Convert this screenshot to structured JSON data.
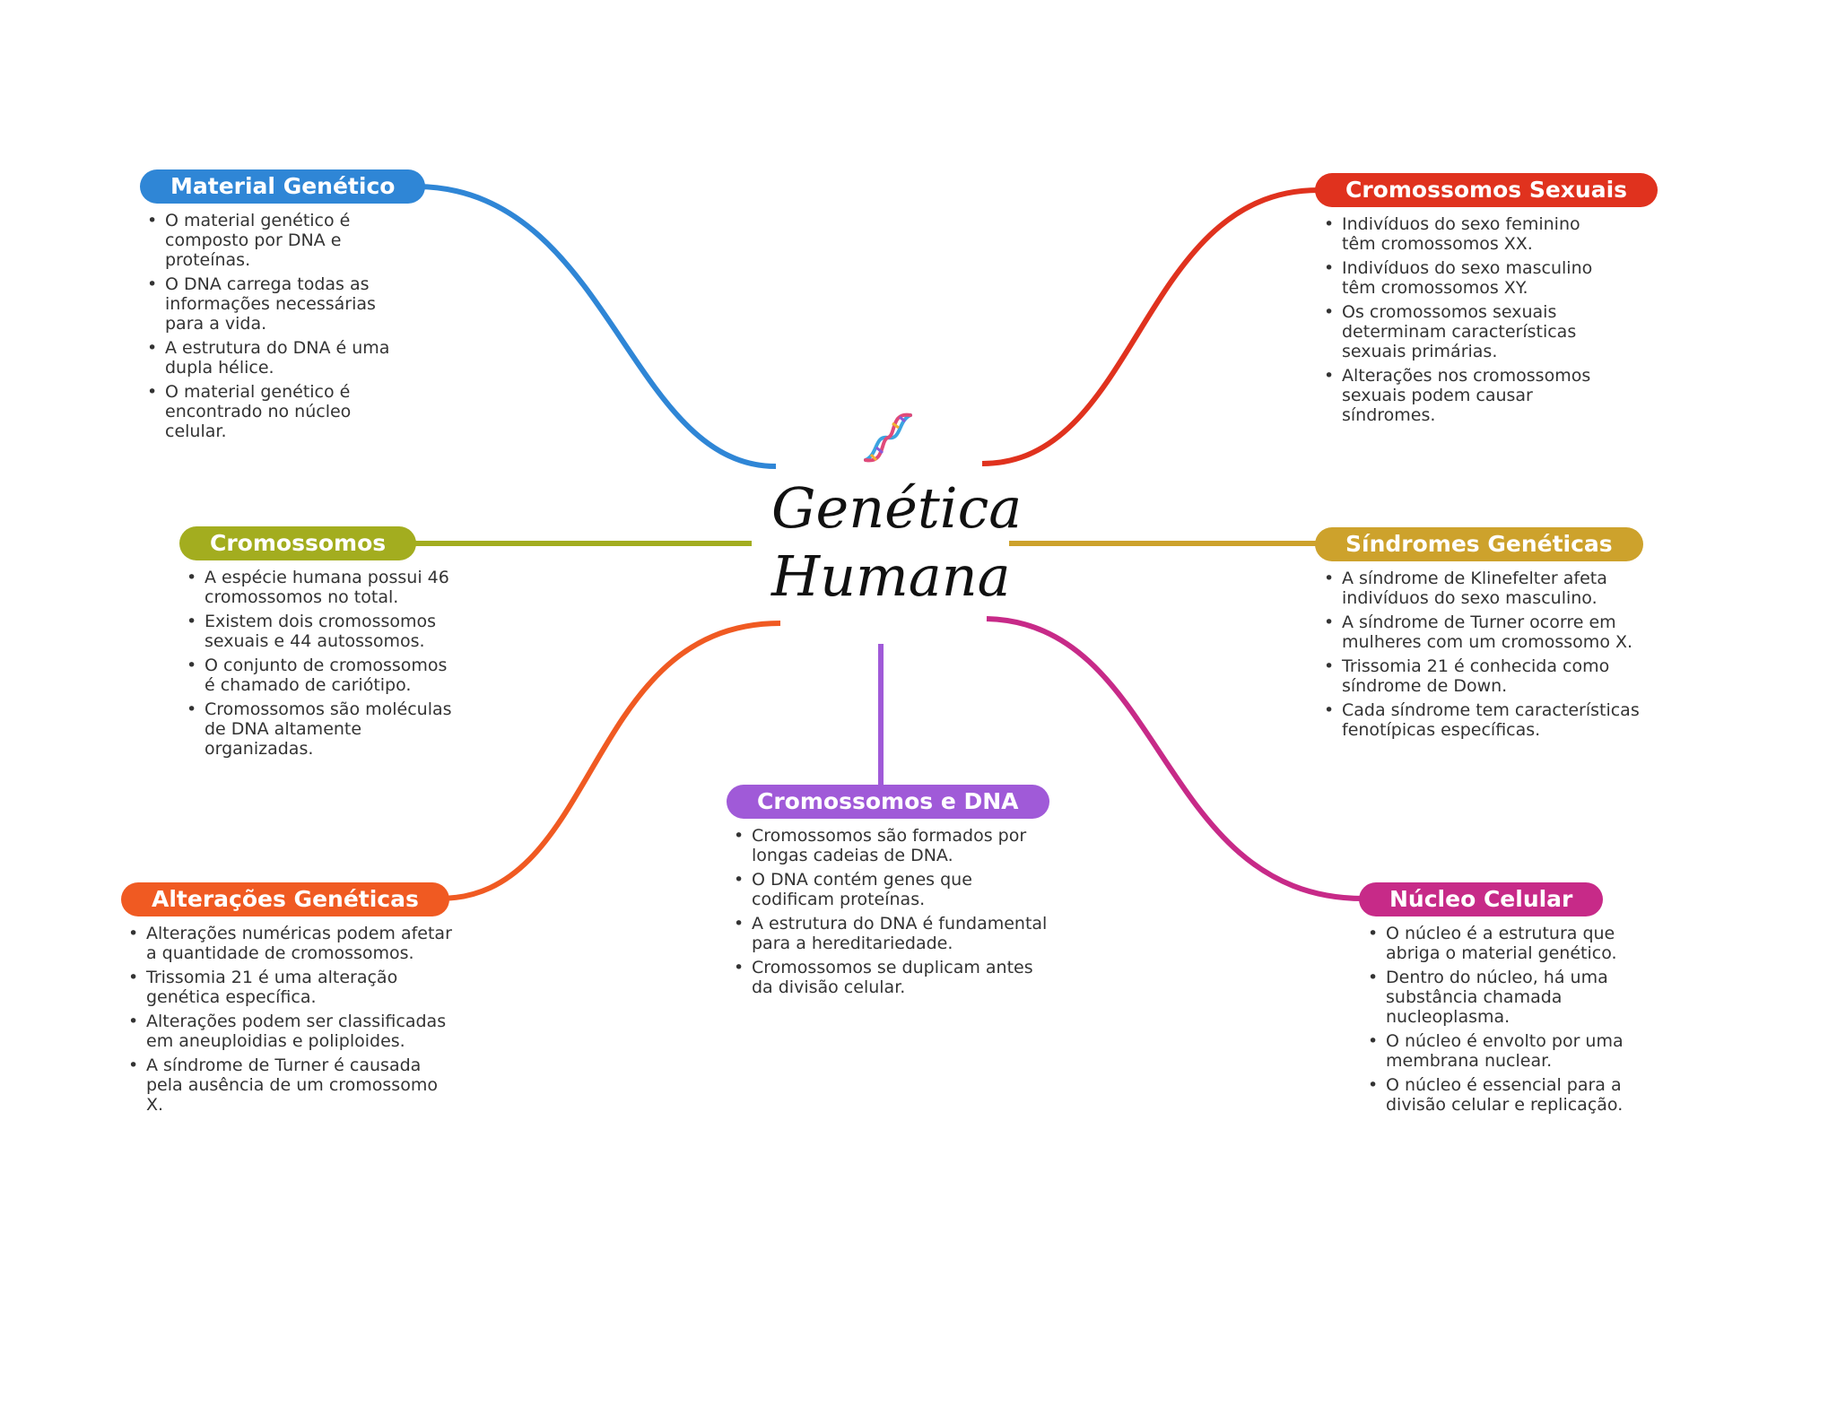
{
  "center": {
    "title_line1": "Genética",
    "title_line2": "Humana",
    "icon": "dna-helix-icon"
  },
  "colors": {
    "material": "#2f86d6",
    "cromossomos": "#a3ad1f",
    "alteracoes": "#f05a22",
    "dna": "#a05ad8",
    "sexuais": "#e0321e",
    "sindromes": "#cda22c",
    "nucleo": "#c72a88"
  },
  "branches": {
    "material_genetico": {
      "title": "Material Genético",
      "items": [
        "O material genético é composto por DNA e proteínas.",
        "O DNA carrega todas as informações necessárias para a vida.",
        "A estrutura do DNA é uma dupla hélice.",
        "O material genético é encontrado no núcleo celular."
      ]
    },
    "cromossomos": {
      "title": "Cromossomos",
      "items": [
        "A espécie humana possui 46 cromossomos no total.",
        "Existem dois cromossomos sexuais e 44 autossomos.",
        "O conjunto de cromossomos é chamado de cariótipo.",
        "Cromossomos são moléculas de DNA altamente organizadas."
      ]
    },
    "alteracoes_geneticas": {
      "title": "Alterações Genéticas",
      "items": [
        "Alterações numéricas podem afetar a quantidade de cromossomos.",
        "Trissomia 21 é uma alteração genética específica.",
        "Alterações podem ser classificadas em aneuploidias e poliploides.",
        "A síndrome de Turner é causada pela ausência de um cromossomo X."
      ]
    },
    "cromossomos_dna": {
      "title": "Cromossomos e DNA",
      "items": [
        "Cromossomos são formados por longas cadeias de DNA.",
        "O DNA contém genes que codificam proteínas.",
        "A estrutura do DNA é fundamental para a hereditariedade.",
        "Cromossomos se duplicam antes da divisão celular."
      ]
    },
    "cromossomos_sexuais": {
      "title": "Cromossomos Sexuais",
      "items": [
        "Indivíduos do sexo feminino têm cromossomos XX.",
        "Indivíduos do sexo masculino têm cromossomos XY.",
        "Os cromossomos sexuais determinam características sexuais primárias.",
        "Alterações nos cromossomos sexuais podem causar síndromes."
      ]
    },
    "sindromes_geneticas": {
      "title": "Síndromes Genéticas",
      "items": [
        "A síndrome de Klinefelter afeta indivíduos do sexo masculino.",
        "A síndrome de Turner ocorre em mulheres com um cromossomo X.",
        "Trissomia 21 é conhecida como síndrome de Down.",
        "Cada síndrome tem características fenotípicas específicas."
      ]
    },
    "nucleo_celular": {
      "title": "Núcleo Celular",
      "items": [
        "O núcleo é a estrutura que abriga o material genético.",
        "Dentro do núcleo, há uma substância chamada nucleoplasma.",
        "O núcleo é envolto por uma membrana nuclear.",
        "O núcleo é essencial para a divisão celular e replicação."
      ]
    }
  }
}
